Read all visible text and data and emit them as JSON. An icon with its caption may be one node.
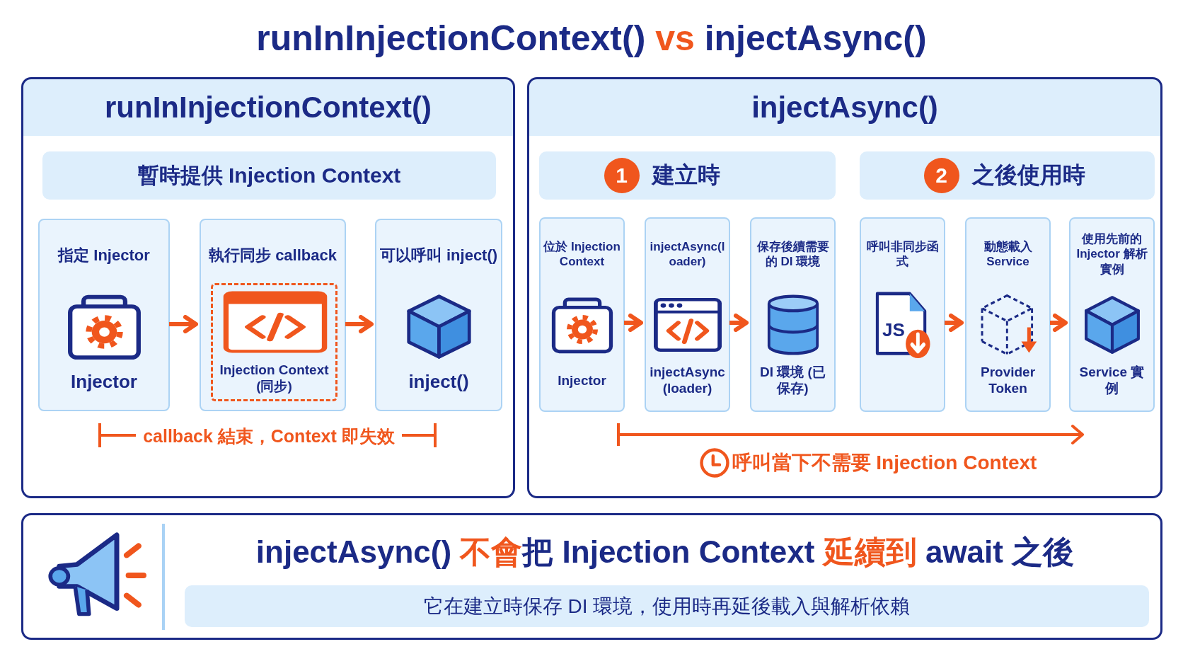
{
  "diagram": {
    "title": "runInInjectionContext() **vs** injectAsync()",
    "nodes": [
      {
        "text": [
          "runInInjectionContext()"
        ]
      },
      {
        "text": [
          "暫時提供 Injection Context"
        ],
        "in": 0
      },
      {
        "text": [
          "指定 Injector",
          "Injector"
        ],
        "in": 0
      },
      {
        "text": [
          "執行同步 callback"
        ],
        "in": 0
      },
      {
        "text": [
          "Injection Context (同步)"
        ],
        "in": 3
      },
      {
        "text": [
          "可以呼叫 inject()",
          "inject()"
        ],
        "in": 0
      },
      {
        "text": [
          "injectAsync()"
        ]
      },
      {
        "text": [
          "1",
          "建立時"
        ],
        "in": 6
      },
      {
        "text": [
          "2",
          "之後使用時"
        ],
        "in": 6
      },
      {
        "text": [
          "位於 Injection Context",
          "Injector"
        ],
        "in": 6
      },
      {
        "text": [
          "injectAsync(loader)",
          "injectAsync (loader)"
        ],
        "in": 6
      },
      {
        "text": [
          "保存後續需要的 DI 環境",
          "DI 環境 (已保存)"
        ],
        "in": 6
      },
      {
        "text": [
          "呼叫非同步函式"
        ],
        "in": 6
      },
      {
        "text": [
          "動態載入 Service",
          "Provider Token"
        ],
        "in": 6
      },
      {
        "text": [
          "使用先前的 Injector 解析實例",
          "Service 實例"
        ],
        "in": 6
      },
      {
        "text": [
          "injectAsync() **不會**把 Injection Context **延續到** await 之後"
        ]
      },
      {
        "text": [
          "它在建立時保存 DI 環境，使用時再延後載入與解析依賴"
        ],
        "in": 15
      }
    ],
    "edges": [
      {
        "from": 2,
        "to": 3,
        "arrow": "to"
      },
      {
        "from": 3,
        "to": 5,
        "arrow": "to"
      },
      {
        "from": 9,
        "to": 10,
        "arrow": "to"
      },
      {
        "from": 10,
        "to": 11,
        "arrow": "to"
      },
      {
        "from": 12,
        "to": 13,
        "arrow": "to"
      },
      {
        "from": 13,
        "to": 14,
        "arrow": "to"
      }
    ],
    "labels": [
      "JS",
      "callback 結束，Context 即失效",
      "呼叫當下不需要 Injection Context"
    ]
  }
}
